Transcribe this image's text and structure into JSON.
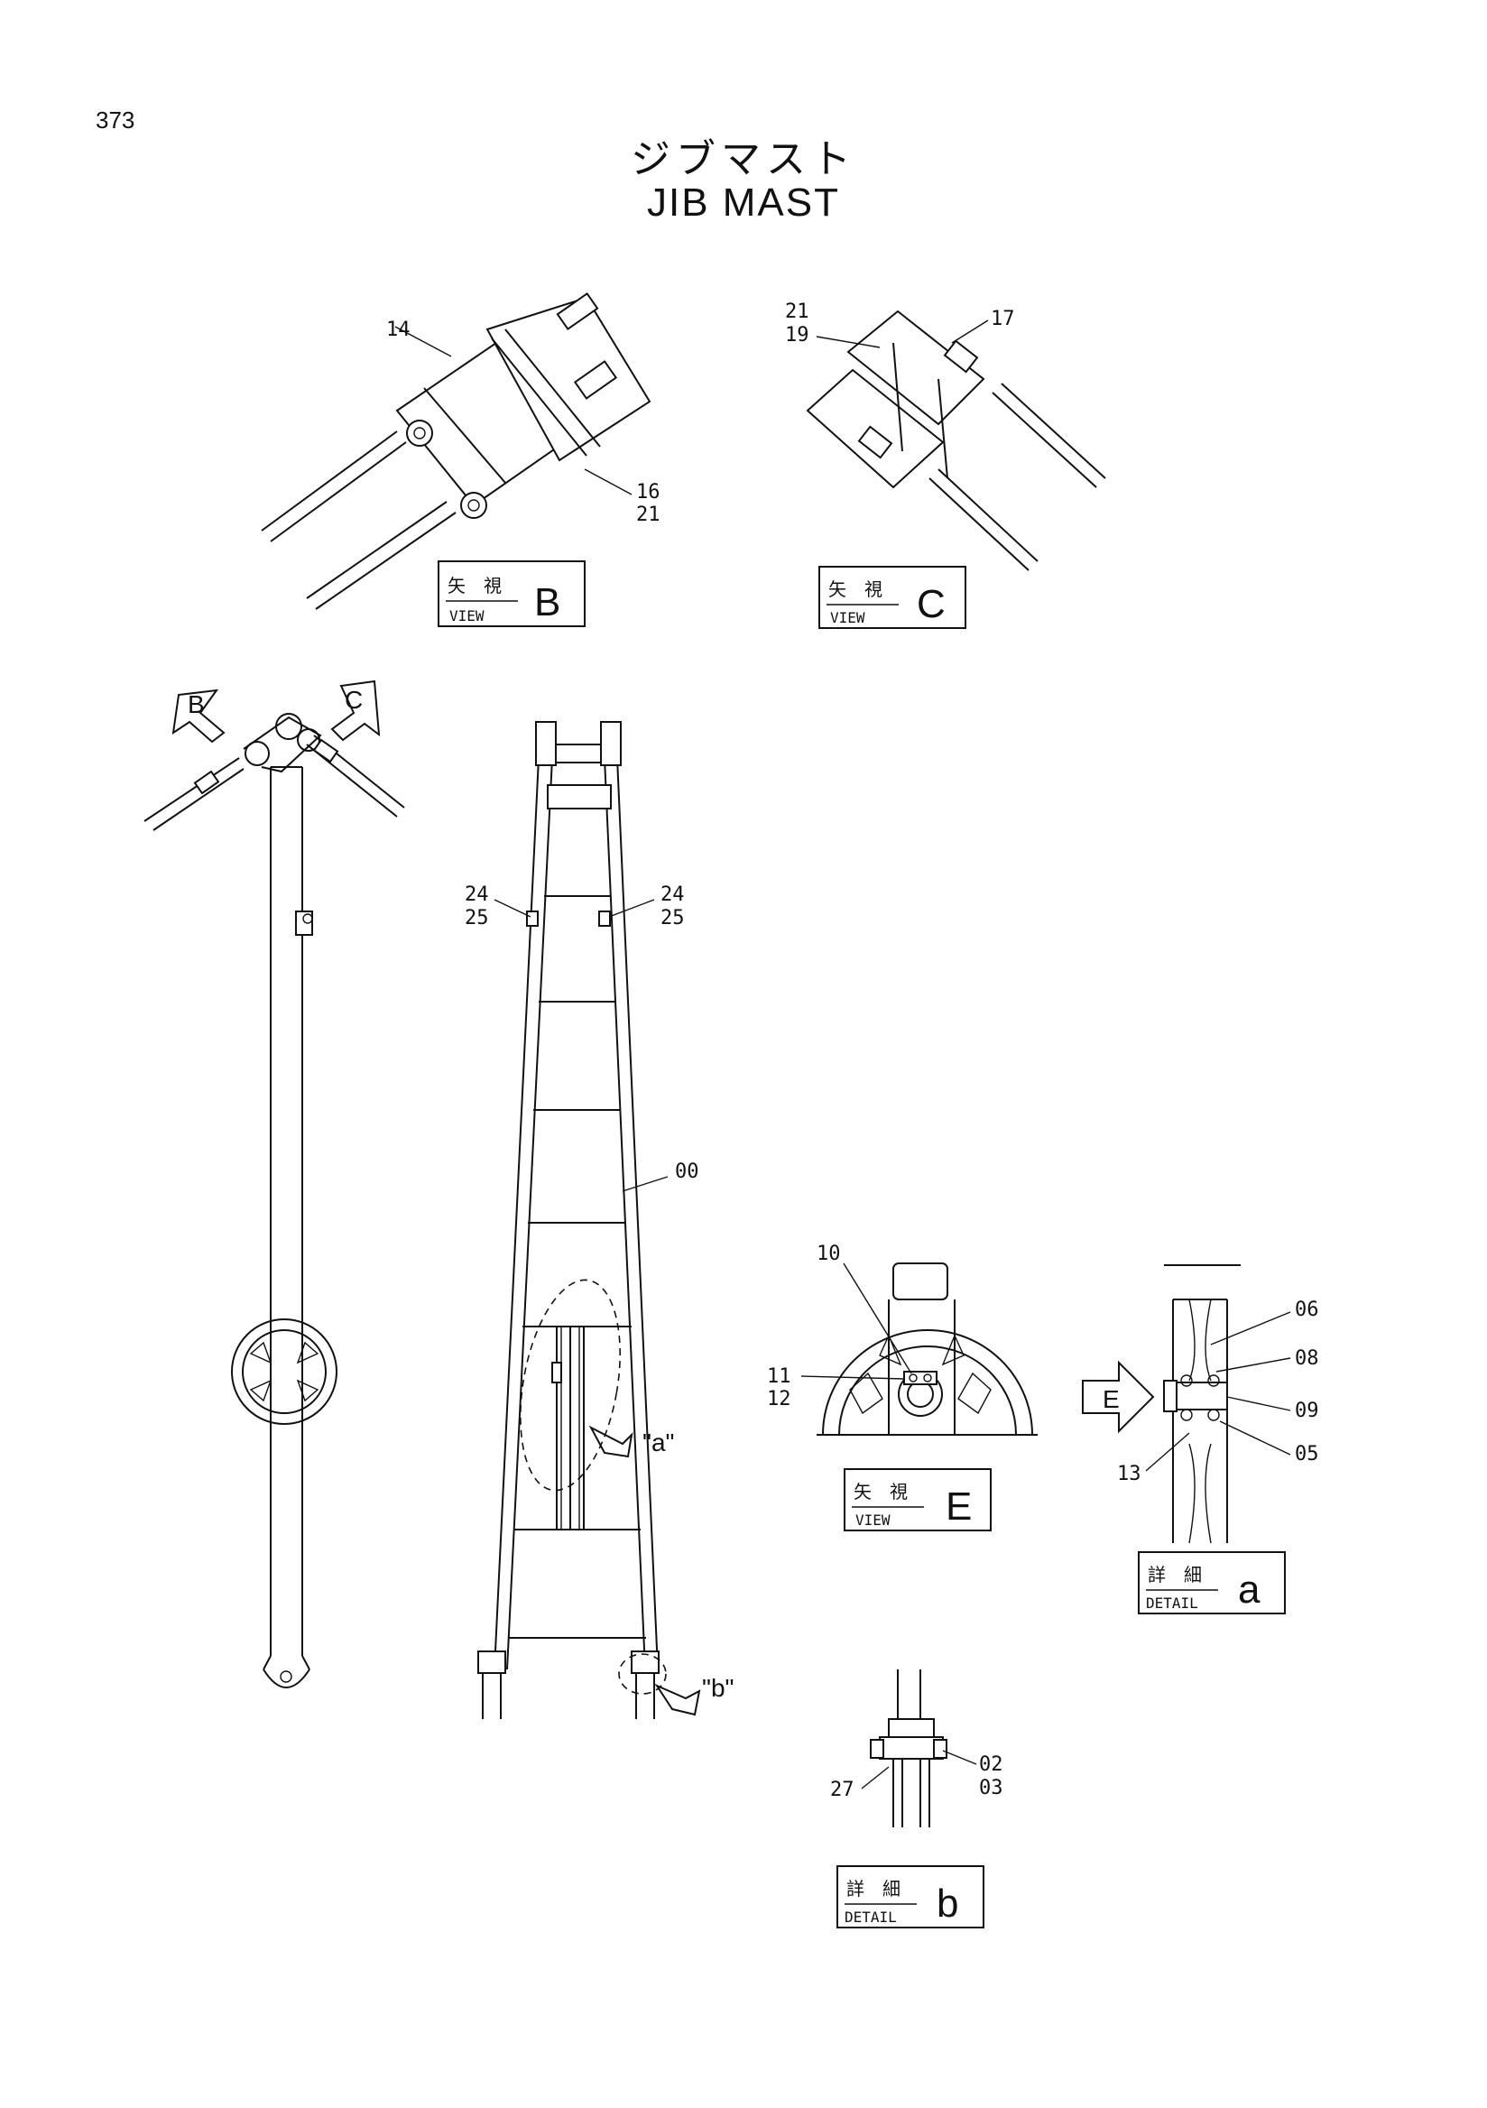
{
  "page": {
    "number": "373",
    "title_jp": "ジブマスト",
    "title_en": "JIB MAST"
  },
  "views": [
    {
      "jp": "矢　視",
      "en": "VIEW",
      "letter": "B"
    },
    {
      "jp": "矢　視",
      "en": "VIEW",
      "letter": "C"
    },
    {
      "jp": "矢　視",
      "en": "VIEW",
      "letter": "E"
    },
    {
      "jp": "詳　細",
      "en": "DETAIL",
      "letter": "a"
    },
    {
      "jp": "詳　細",
      "en": "DETAIL",
      "letter": "b"
    }
  ],
  "arrows": {
    "b": "B",
    "c": "C",
    "e": "E"
  },
  "callouts": {
    "a": "\"a\"",
    "b": "\"b\""
  },
  "parts": {
    "p14": "14",
    "p16": "16",
    "p21a": "21",
    "p21b": "21",
    "p19": "19",
    "p17": "17",
    "p24l": "24",
    "p25l": "25",
    "p24r": "24",
    "p25r": "25",
    "p00": "00",
    "p10": "10",
    "p11": "11",
    "p12": "12",
    "p06": "06",
    "p08": "08",
    "p09": "09",
    "p05": "05",
    "p13": "13",
    "p27": "27",
    "p02": "02",
    "p03": "03"
  }
}
